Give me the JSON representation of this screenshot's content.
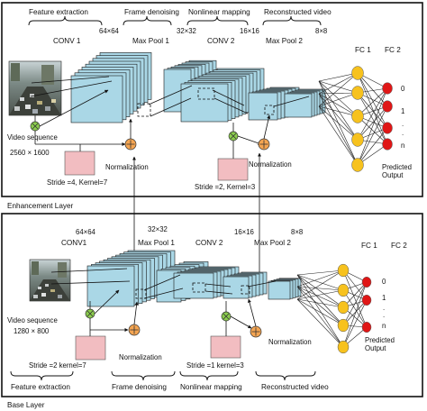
{
  "colors": {
    "feature_map": "#aad7e6",
    "multiply_node": "#8ccd4e",
    "add_node": "#f4a552",
    "kernel_box": "#f2bdc1",
    "fc1_neuron": "#f7c21e",
    "fc2_neuron": "#e01616",
    "frame": "#111111"
  },
  "enhancement": {
    "layer_label": "Enhancement Layer",
    "stage_feature": "Feature extraction",
    "stage_denoise": "Frame denoising",
    "stage_mapping": "Nonlinear mapping",
    "stage_reconstruct": "Reconstructed video",
    "size_64": "64×64",
    "size_32": "32×32",
    "size_16": "16×16",
    "size_8": "8×8",
    "conv1": "CONV 1",
    "pool1": "Max Pool 1",
    "conv2": "CONV 2",
    "pool2": "Max Pool 2",
    "fc1": "FC 1",
    "fc2": "FC 2",
    "video_sequence": "Video sequence",
    "resolution": "2560 × 1600",
    "normalization_1": "Normalization",
    "normalization_2": "Normalization",
    "stride_1": "Stride =4, Kernel=7",
    "stride_2": "Stride =2, Kernel=3",
    "out_0": "0",
    "out_1": "1",
    "out_dots": ".",
    "out_n": "n",
    "predicted_output": "Predicted\nOutput"
  },
  "base": {
    "layer_label": "Base Layer",
    "stage_feature": "Feature extraction",
    "stage_denoise": "Frame denoising",
    "stage_mapping": "Nonlinear mapping",
    "stage_reconstruct": "Reconstructed video",
    "size_64": "64×64",
    "size_32": "32×32",
    "size_16": "16×16",
    "size_8": "8×8",
    "conv1": "CONV1",
    "pool1": "Max Pool 1",
    "conv2": "CONV 2",
    "pool2": "Max Pool 2",
    "fc1": "FC 1",
    "fc2": "FC 2",
    "video_sequence": "Video sequence",
    "resolution": "1280 × 800",
    "normalization_1": "Normalization",
    "normalization_2": "Normalization",
    "stride_1": "Stride =2 kernel=7",
    "stride_2": "Stride =1 kernel=3",
    "out_0": "0",
    "out_1": "1",
    "out_dots": ".",
    "out_n": "n",
    "predicted_output": "Predicted\nOutput"
  }
}
